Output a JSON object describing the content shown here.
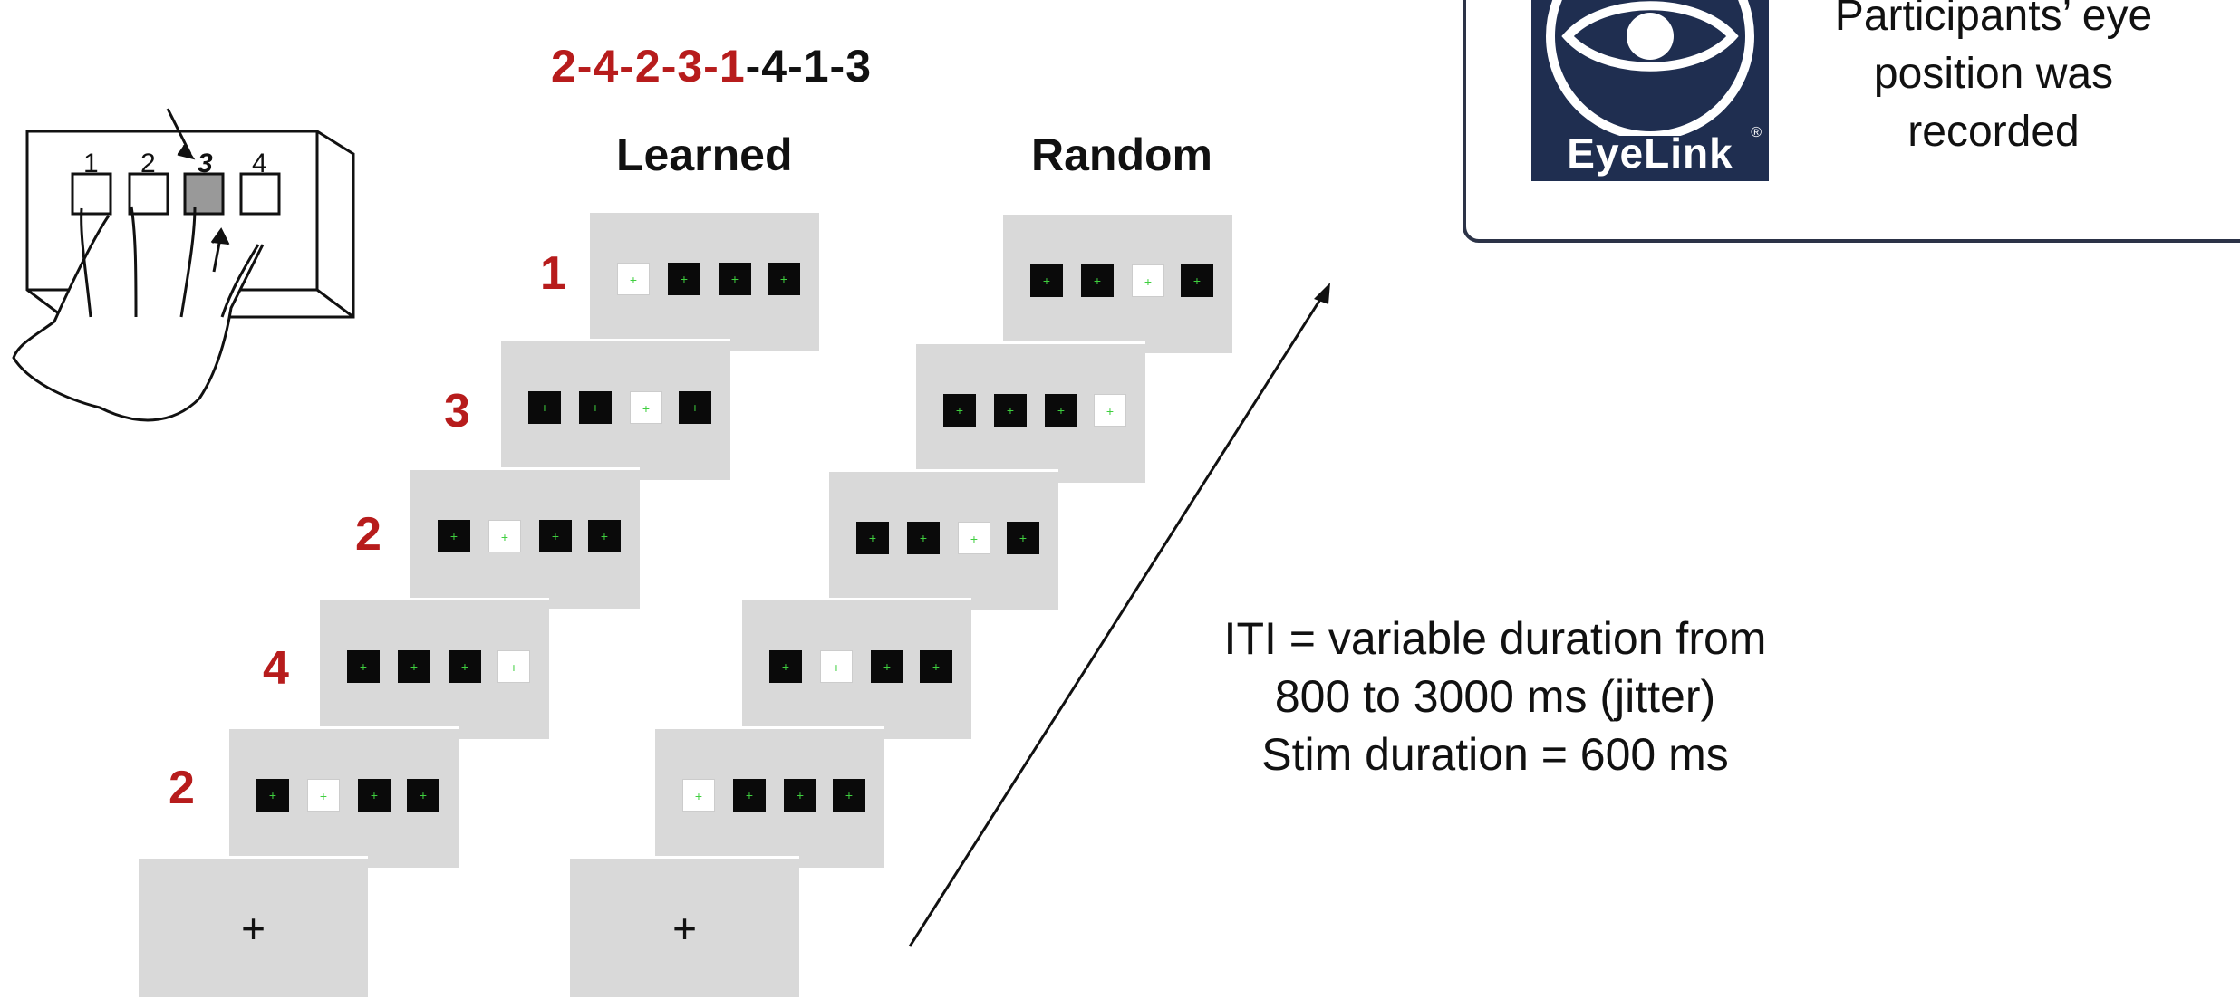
{
  "sequence": {
    "red_part": "2-4-2-3-1",
    "black_part": "-4-1-3"
  },
  "columns": {
    "learned_title": "Learned",
    "random_title": "Random"
  },
  "learned_labels": [
    "1",
    "3",
    "2",
    "4",
    "2"
  ],
  "learned_targets": [
    1,
    3,
    2,
    4,
    2
  ],
  "random_targets": [
    3,
    4,
    3,
    2,
    1
  ],
  "fixation_symbol": "+",
  "hand_key_labels": [
    "1",
    "2",
    "3",
    "4"
  ],
  "iti_text": {
    "line1": "ITI = variable duration from",
    "line2": "800 to 3000 ms (jitter)",
    "line3": "Stim duration = 600 ms"
  },
  "eyetracker": {
    "text_line1": "Participants’ eye",
    "text_line2": "position was",
    "text_line3": "recorded",
    "logo_text": "EyeLink",
    "logo_mark": "®"
  },
  "colors": {
    "accent_red": "#b71c1c",
    "screen_gray": "#d9d9d9",
    "logo_navy": "#1f2e50",
    "fixation_green": "#3fcf3f"
  }
}
